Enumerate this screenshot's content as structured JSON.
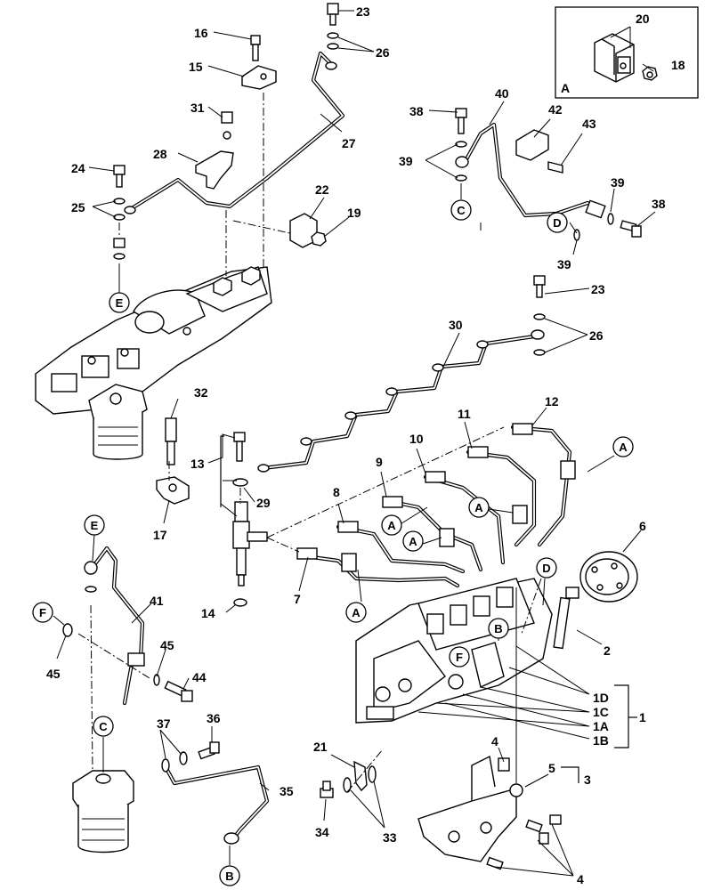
{
  "inset": {
    "label": "A"
  },
  "callouts": [
    "A",
    "A",
    "A",
    "A",
    "A",
    "A",
    "B",
    "B",
    "C",
    "C",
    "D",
    "D",
    "E",
    "E",
    "F",
    "F"
  ],
  "part_numbers": [
    "1",
    "1A",
    "1B",
    "1C",
    "1D",
    "2",
    "3",
    "4",
    "4",
    "4",
    "5",
    "6",
    "7",
    "8",
    "9",
    "10",
    "11",
    "12",
    "13",
    "14",
    "15",
    "16",
    "17",
    "18",
    "19",
    "20",
    "21",
    "22",
    "23",
    "23",
    "24",
    "25",
    "26",
    "26",
    "27",
    "28",
    "29",
    "30",
    "31",
    "32",
    "33",
    "34",
    "35",
    "36",
    "37",
    "38",
    "38",
    "39",
    "39",
    "39",
    "40",
    "41",
    "42",
    "43",
    "44",
    "45",
    "45"
  ]
}
